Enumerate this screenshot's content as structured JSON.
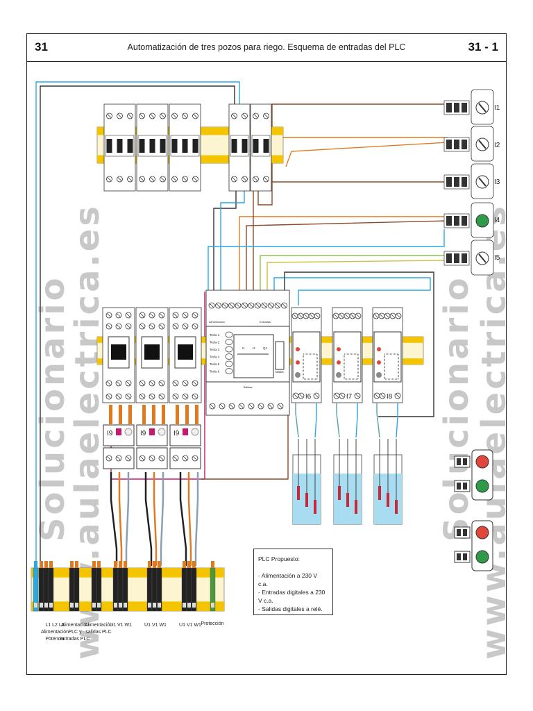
{
  "header": {
    "number_left": "31",
    "title": "Automatización de tres pozos para riego. Esquema de entradas del PLC",
    "number_right": "31 - 1"
  },
  "watermark": {
    "word1": "Solucionario",
    "word2": "www.aulaelectrica.es"
  },
  "switches": [
    "I1",
    "I2",
    "I3",
    "I4",
    "I5"
  ],
  "thermal_relay_label": "I9",
  "level_relays": [
    "I6",
    "I7",
    "I8"
  ],
  "plc": {
    "supply_label": "Alimentación",
    "inputs_label": "Entradas",
    "outputs_label": "Salidas",
    "keys": [
      "Tecla 1",
      "Tecla 2",
      "Tecla 3",
      "Tecla 4",
      "Tecla 5",
      "Tecla 6"
    ],
    "ladder": [
      "I1",
      "I2",
      "Q1"
    ],
    "data_label": "Datos"
  },
  "proposal": {
    "title": "PLC Propuesto:",
    "lines": [
      "- Alimentación a 230 V c.a.",
      "- Entradas digitales a 230 V c.a.",
      "- Salidas digitales a relé."
    ]
  },
  "terminal_labels": {
    "power": "L1 L2 L3\nAlimentación\nPotencia",
    "plc_inputs": "Alimentación\nPLC y\nentradas PLC",
    "plc_outputs": "Alimentación\nsalidas PLC",
    "motor1": "U1 V1 W1",
    "motor2": "U1 V1 W1",
    "motor3": "U1 V1 W1",
    "protection": "Protección"
  },
  "colors": {
    "rail": "#f5c400",
    "rail_inner": "#fdf5d0",
    "water": "#a8dcf0",
    "green_button": "#2e9a4a",
    "red_button": "#e0463a",
    "magenta": "#c8186c",
    "wire_orange": "#e07a20",
    "wire_blue": "#2aa8e0",
    "wire_brown": "#8b4a2a"
  }
}
